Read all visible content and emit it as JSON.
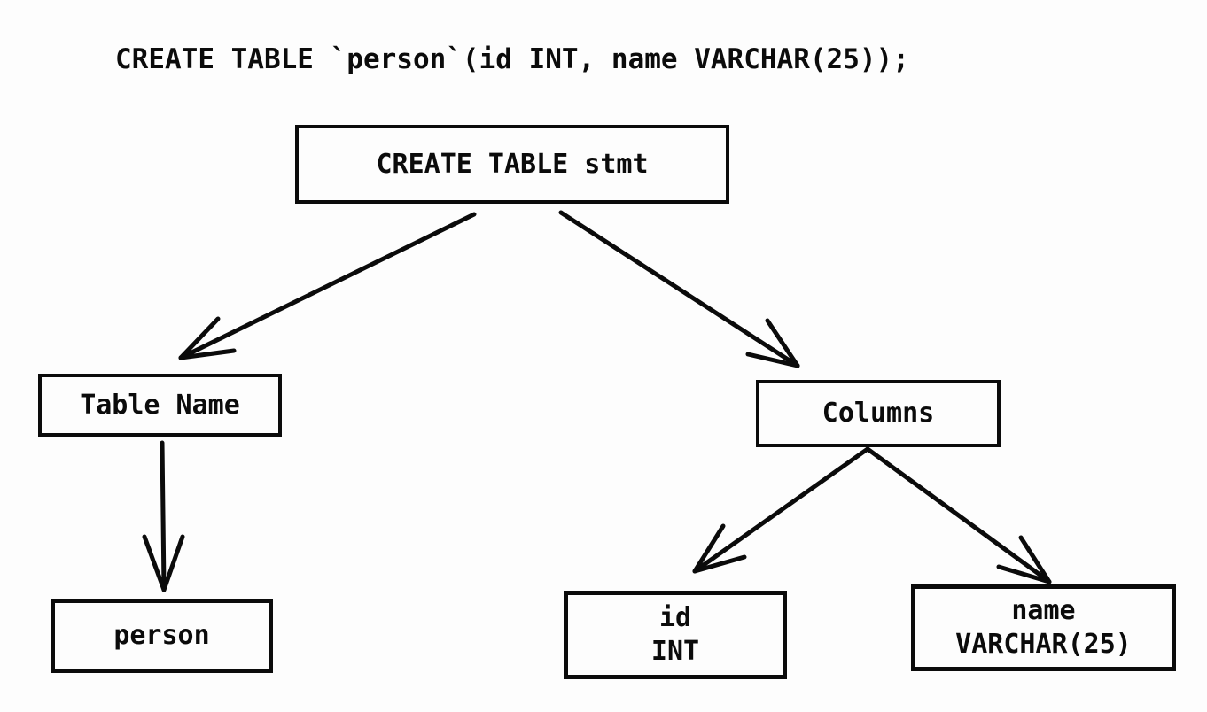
{
  "page": {
    "background_color": "#fdfdfd",
    "ink_color": "#0b0b0b"
  },
  "sql_statement": "CREATE TABLE `person`(id INT, name VARCHAR(25));",
  "tree": {
    "root": {
      "label": "CREATE TABLE stmt"
    },
    "table_name": {
      "label": "Table Name"
    },
    "columns": {
      "label": "Columns"
    },
    "person": {
      "label": "person"
    },
    "column_id": {
      "label": "id\nINT"
    },
    "column_name": {
      "label": "name\nVARCHAR(25)"
    }
  },
  "edges": [
    {
      "from": "root",
      "to": "table_name"
    },
    {
      "from": "root",
      "to": "columns"
    },
    {
      "from": "table_name",
      "to": "person"
    },
    {
      "from": "columns",
      "to": "column_id"
    },
    {
      "from": "columns",
      "to": "column_name"
    }
  ]
}
